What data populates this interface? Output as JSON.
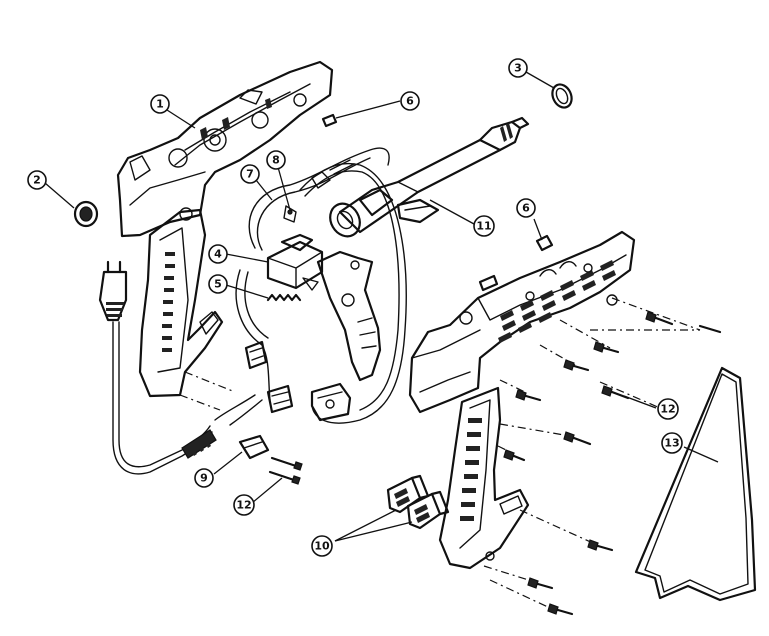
{
  "callouts": [
    {
      "id": "c1",
      "label": "1"
    },
    {
      "id": "c2",
      "label": "2"
    },
    {
      "id": "c3",
      "label": "3"
    },
    {
      "id": "c4",
      "label": "4"
    },
    {
      "id": "c5",
      "label": "5"
    },
    {
      "id": "c6a",
      "label": "6"
    },
    {
      "id": "c6b",
      "label": "6"
    },
    {
      "id": "c7",
      "label": "7"
    },
    {
      "id": "c8",
      "label": "8"
    },
    {
      "id": "c9",
      "label": "9"
    },
    {
      "id": "c10",
      "label": "10"
    },
    {
      "id": "c11",
      "label": "11"
    },
    {
      "id": "c12a",
      "label": "12"
    },
    {
      "id": "c12b",
      "label": "12"
    },
    {
      "id": "c13",
      "label": "13"
    }
  ]
}
